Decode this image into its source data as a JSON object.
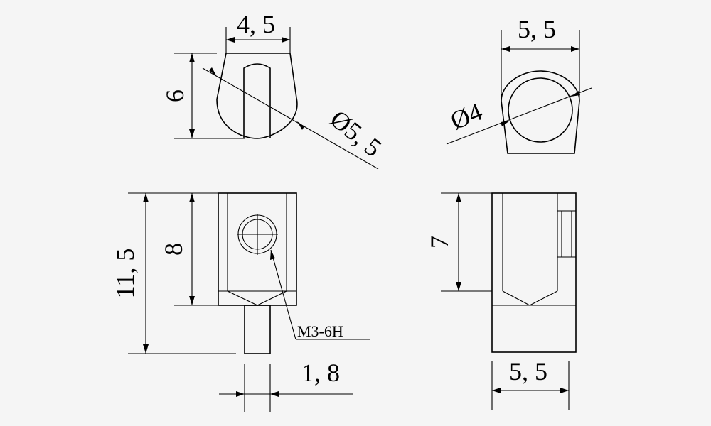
{
  "dimensions": {
    "top_left_width": "4, 5",
    "top_left_height": "6",
    "top_left_diameter": "Ø5, 5",
    "top_right_width": "5, 5",
    "top_right_diameter": "Ø4",
    "front_total_height": "11, 5",
    "front_body_height": "8",
    "thread_callout": "M3-6H",
    "pin_width": "1, 8",
    "side_height": "7",
    "side_width": "5, 5"
  }
}
